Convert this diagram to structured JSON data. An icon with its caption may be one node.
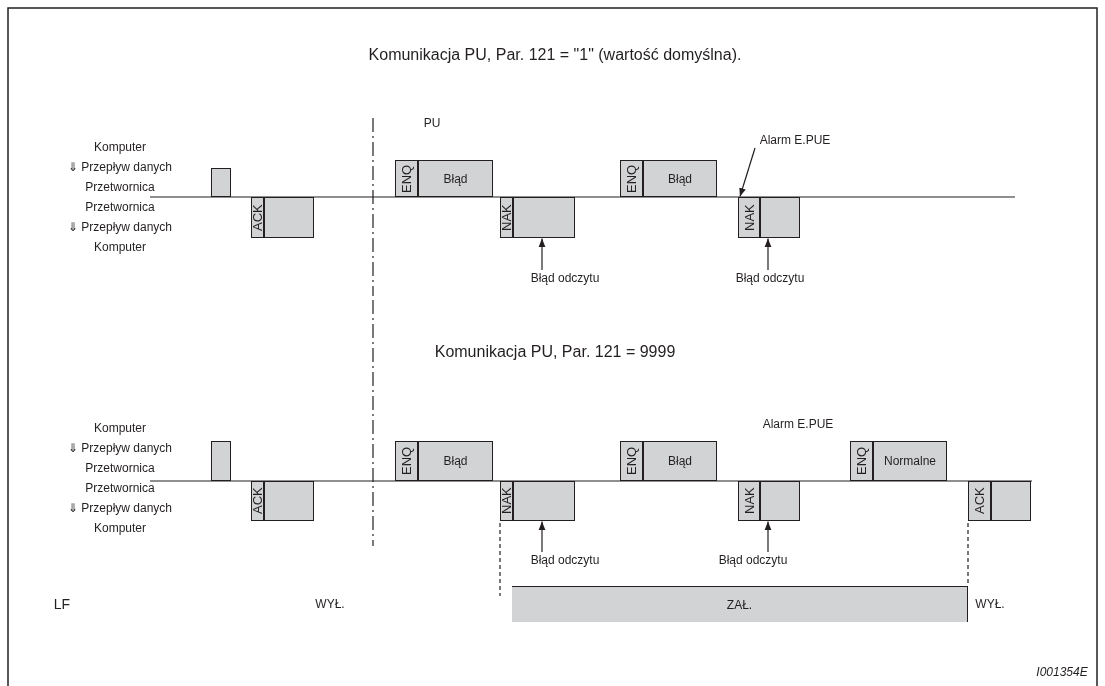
{
  "diagram": {
    "nodes": [
      {
        "text": [],
        "shape": "box"
      },
      {
        "text": [
          "ACK"
        ]
      },
      {
        "text": [],
        "shape": "box"
      },
      {
        "text": [
          "ENQ"
        ]
      },
      {
        "text": [
          "Błąd"
        ]
      },
      {
        "text": [
          "NAK"
        ]
      },
      {
        "text": [],
        "shape": "box"
      },
      {
        "text": [
          "ENQ"
        ]
      },
      {
        "text": [
          "Błąd"
        ]
      },
      {
        "text": [
          "NAK"
        ]
      },
      {
        "text": [],
        "shape": "box"
      },
      {
        "text": [
          "Błąd odczytu"
        ]
      },
      {
        "text": [
          "Błąd odczytu"
        ]
      },
      {
        "text": [
          "Alarm E.PUE"
        ]
      },
      {
        "text": [],
        "shape": "box"
      },
      {
        "text": [
          "ACK"
        ]
      },
      {
        "text": [],
        "shape": "box"
      },
      {
        "text": [
          "ENQ"
        ]
      },
      {
        "text": [
          "Błąd"
        ]
      },
      {
        "text": [
          "NAK"
        ]
      },
      {
        "text": [],
        "shape": "box"
      },
      {
        "text": [
          "ENQ"
        ]
      },
      {
        "text": [
          "Błąd"
        ]
      },
      {
        "text": [
          "NAK"
        ]
      },
      {
        "text": [],
        "shape": "box"
      },
      {
        "text": [
          "ENQ"
        ]
      },
      {
        "text": [
          "Normalne"
        ]
      },
      {
        "text": [
          "ACK"
        ]
      },
      {
        "text": [],
        "shape": "box"
      },
      {
        "text": [
          "ZAŁ."
        ]
      },
      {
        "text": [
          "Błąd odczytu"
        ]
      },
      {
        "text": [
          "Błąd odczytu"
        ]
      }
    ],
    "edges": [
      {
        "from": 11,
        "to": 6,
        "arrow": "to"
      },
      {
        "from": 12,
        "to": 10,
        "arrow": "to"
      },
      {
        "from": 13,
        "to": 9,
        "arrow": "to"
      },
      {
        "from": 30,
        "to": 20,
        "arrow": "to"
      },
      {
        "from": 31,
        "to": 24,
        "arrow": "to"
      }
    ],
    "labels": [
      "Komunikacja PU, Par. 121 = \"1\" (wartość domyślna).",
      "PU",
      "Komputer",
      "⇓ Przepływ danych",
      "Przetwornica",
      "Przetwornica",
      "⇓ Przepływ danych",
      "Komputer",
      "Komunikacja PU, Par. 121 = 9999",
      "Komputer",
      "⇓ Przepływ danych",
      "Przetwornica",
      "Przetwornica",
      "⇓ Przepływ danych",
      "Komputer",
      "Alarm E.PUE",
      "LF",
      "WYŁ.",
      "WYŁ.",
      "I001354E"
    ]
  }
}
